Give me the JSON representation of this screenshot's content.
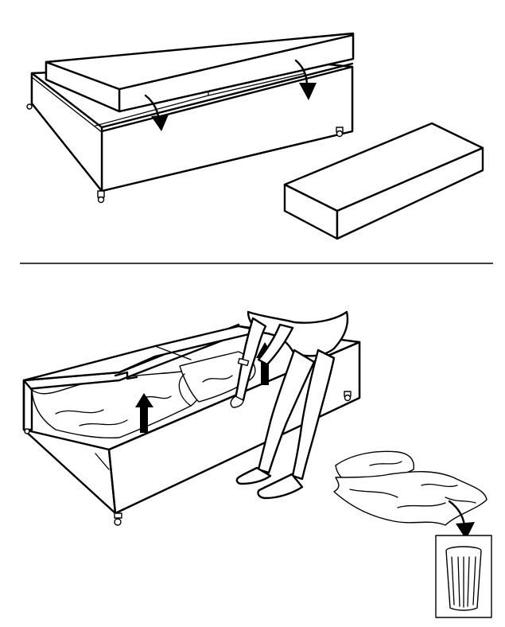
{
  "illustration": {
    "panels": [
      {
        "id": "top",
        "description_icon": "remove-topper-arrows"
      },
      {
        "id": "bottom",
        "description_icon": "unwrap-and-discard"
      }
    ],
    "icons": [
      "down-arrow-icon",
      "up-arrow-icon",
      "trash-bin-icon",
      "caster-wheel-icon"
    ],
    "colors": {
      "ink": "#000000",
      "paper": "#ffffff"
    }
  }
}
